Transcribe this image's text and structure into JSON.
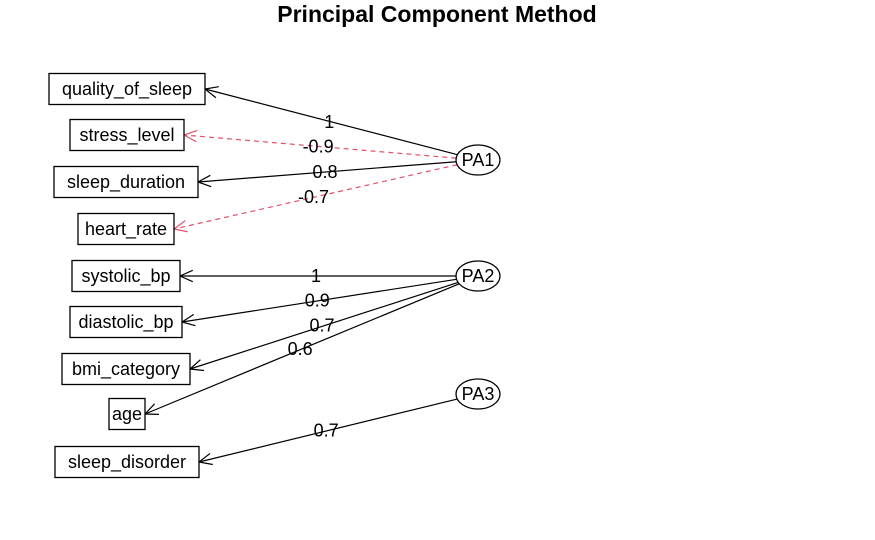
{
  "title": "Principal Component Method",
  "variables": [
    {
      "id": "quality_of_sleep",
      "label": "quality_of_sleep"
    },
    {
      "id": "stress_level",
      "label": "stress_level"
    },
    {
      "id": "sleep_duration",
      "label": "sleep_duration"
    },
    {
      "id": "heart_rate",
      "label": "heart_rate"
    },
    {
      "id": "systolic_bp",
      "label": "systolic_bp"
    },
    {
      "id": "diastolic_bp",
      "label": "diastolic_bp"
    },
    {
      "id": "bmi_category",
      "label": "bmi_category"
    },
    {
      "id": "age",
      "label": "age"
    },
    {
      "id": "sleep_disorder",
      "label": "sleep_disorder"
    }
  ],
  "factors": [
    {
      "id": "PA1",
      "label": "PA1"
    },
    {
      "id": "PA2",
      "label": "PA2"
    },
    {
      "id": "PA3",
      "label": "PA3"
    }
  ],
  "loadings": [
    {
      "factor": "PA1",
      "variable": "quality_of_sleep",
      "label": "1",
      "negative": false
    },
    {
      "factor": "PA1",
      "variable": "stress_level",
      "label": "-0.9",
      "negative": true
    },
    {
      "factor": "PA1",
      "variable": "sleep_duration",
      "label": "0.8",
      "negative": false
    },
    {
      "factor": "PA1",
      "variable": "heart_rate",
      "label": "-0.7",
      "negative": true
    },
    {
      "factor": "PA2",
      "variable": "systolic_bp",
      "label": "1",
      "negative": false
    },
    {
      "factor": "PA2",
      "variable": "diastolic_bp",
      "label": "0.9",
      "negative": false
    },
    {
      "factor": "PA2",
      "variable": "bmi_category",
      "label": "0.7",
      "negative": false
    },
    {
      "factor": "PA2",
      "variable": "age",
      "label": "0.6",
      "negative": false
    },
    {
      "factor": "PA3",
      "variable": "sleep_disorder",
      "label": "0.7",
      "negative": false
    }
  ],
  "colors": {
    "positive": "#000000",
    "negative": "#DF536B"
  }
}
